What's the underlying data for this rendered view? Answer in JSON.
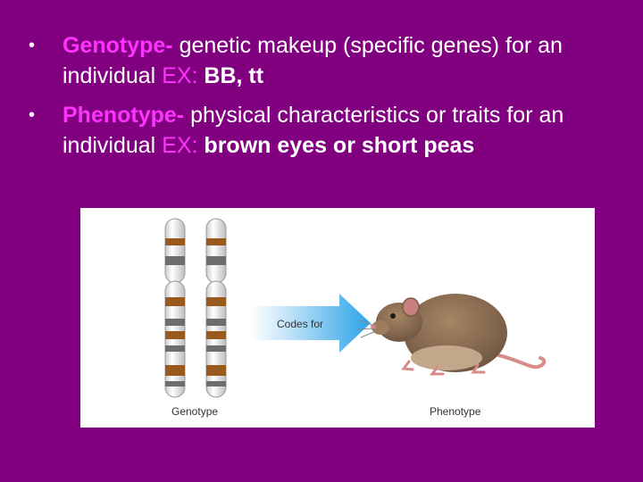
{
  "bullets": [
    {
      "term": "Genotype-",
      "definition": " genetic makeup (specific genes) for an individual ",
      "ex_label": "EX:",
      "example": " BB, tt"
    },
    {
      "term": "Phenotype-",
      "definition": " physical characteristics or traits for an individual ",
      "ex_label": "EX:",
      "example": " brown eyes or short peas"
    }
  ],
  "figure": {
    "arrow_label": "Codes for",
    "genotype_label": "Genotype",
    "phenotype_label": "Phenotype"
  },
  "colors": {
    "background": "#800080",
    "term": "#ff33ff",
    "text": "#ffffff",
    "band_brown": "#9a5a1e",
    "band_gray": "#6d6d6d",
    "arrow": "#2aa3e8",
    "mouse_fur": "#8a6d50",
    "mouse_tail": "#d98b8b"
  }
}
